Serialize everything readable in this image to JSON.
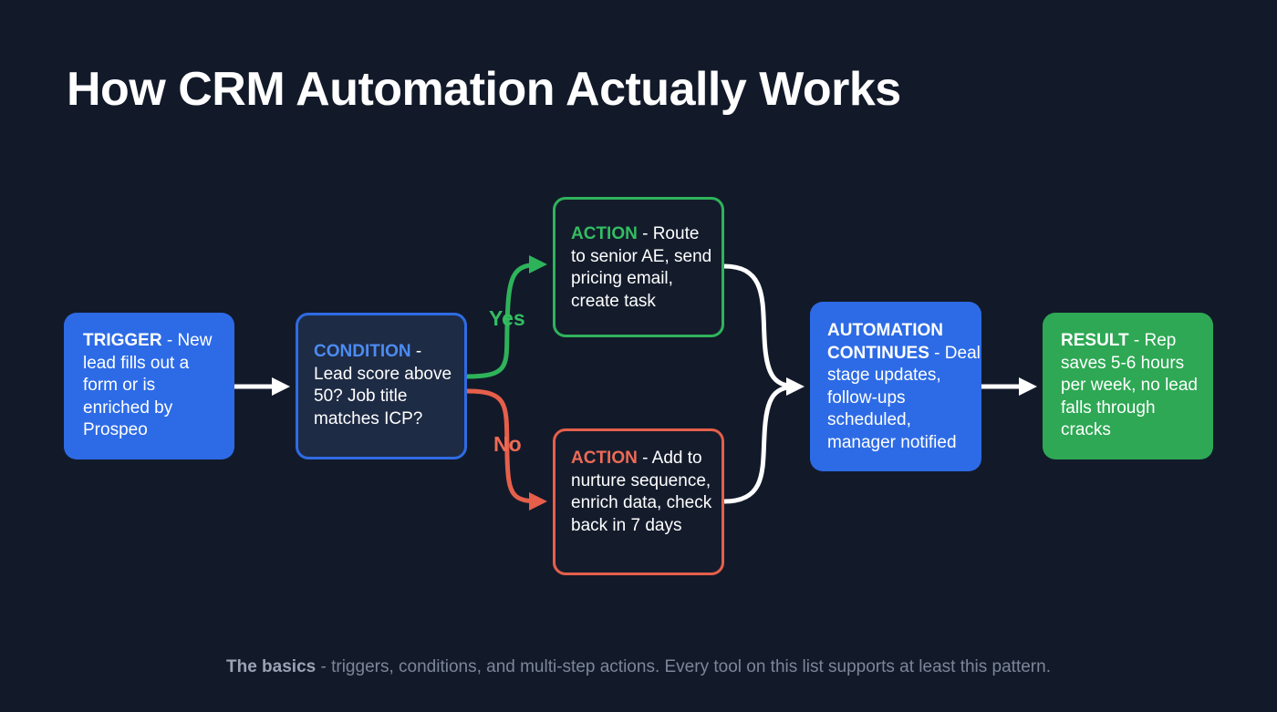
{
  "title": "How CRM Automation Actually Works",
  "nodes": {
    "trigger": {
      "keyword": "TRIGGER",
      "text": " - New lead fills out a form or is enriched by Prospeo"
    },
    "condition": {
      "keyword": "CONDITION",
      "text": " - Lead score above 50? Job title matches ICP?"
    },
    "action_yes": {
      "keyword": "ACTION",
      "text": " - Route to senior AE, send pricing email, create task"
    },
    "action_no": {
      "keyword": "ACTION",
      "text": " - Add to nurture sequence, enrich data, check back in 7 days"
    },
    "continues": {
      "keyword": "AUTOMATION CONTINUES",
      "text": " - Deal stage updates, follow-ups scheduled, manager notified"
    },
    "result": {
      "keyword": "RESULT",
      "text": " - Rep saves 5-6 hours per week, no lead falls through cracks"
    }
  },
  "branches": {
    "yes": "Yes",
    "no": "No"
  },
  "footer": {
    "keyword": "The basics",
    "text": " - triggers, conditions, and multi-step actions. Every tool on this list supports at least this pattern."
  },
  "colors": {
    "background": "#121a2a",
    "blue": "#2d6be6",
    "green": "#2fb35a",
    "red": "#e65f4a",
    "white": "#ffffff"
  }
}
